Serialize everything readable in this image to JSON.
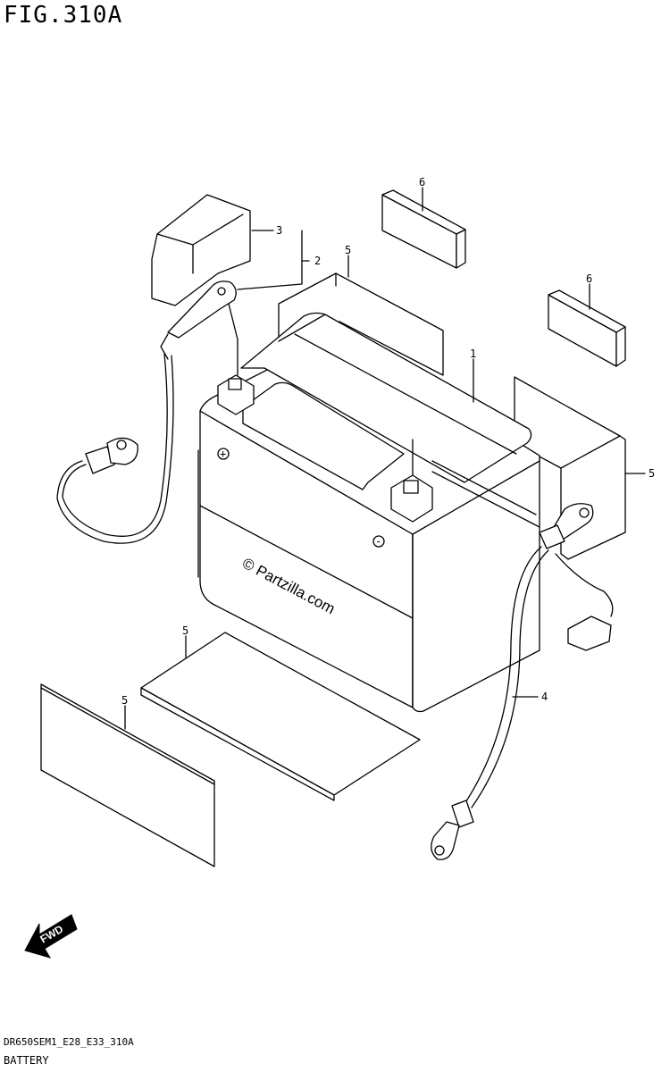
{
  "figure_title": "FIG.310A",
  "footer": {
    "code": "DR650SEM1_E28_E33_310A",
    "title": "BATTERY"
  },
  "watermark": "© Partzilla.com",
  "terminals": {
    "positive": "+",
    "negative": "-"
  },
  "fwd_label": "FWD",
  "callouts": {
    "c1": "1",
    "c2": "2",
    "c3": "3",
    "c4": "4",
    "c5_top": "5",
    "c5_right": "5",
    "c5_mid": "5",
    "c5_left": "5",
    "c6_top": "6",
    "c6_right": "6"
  }
}
